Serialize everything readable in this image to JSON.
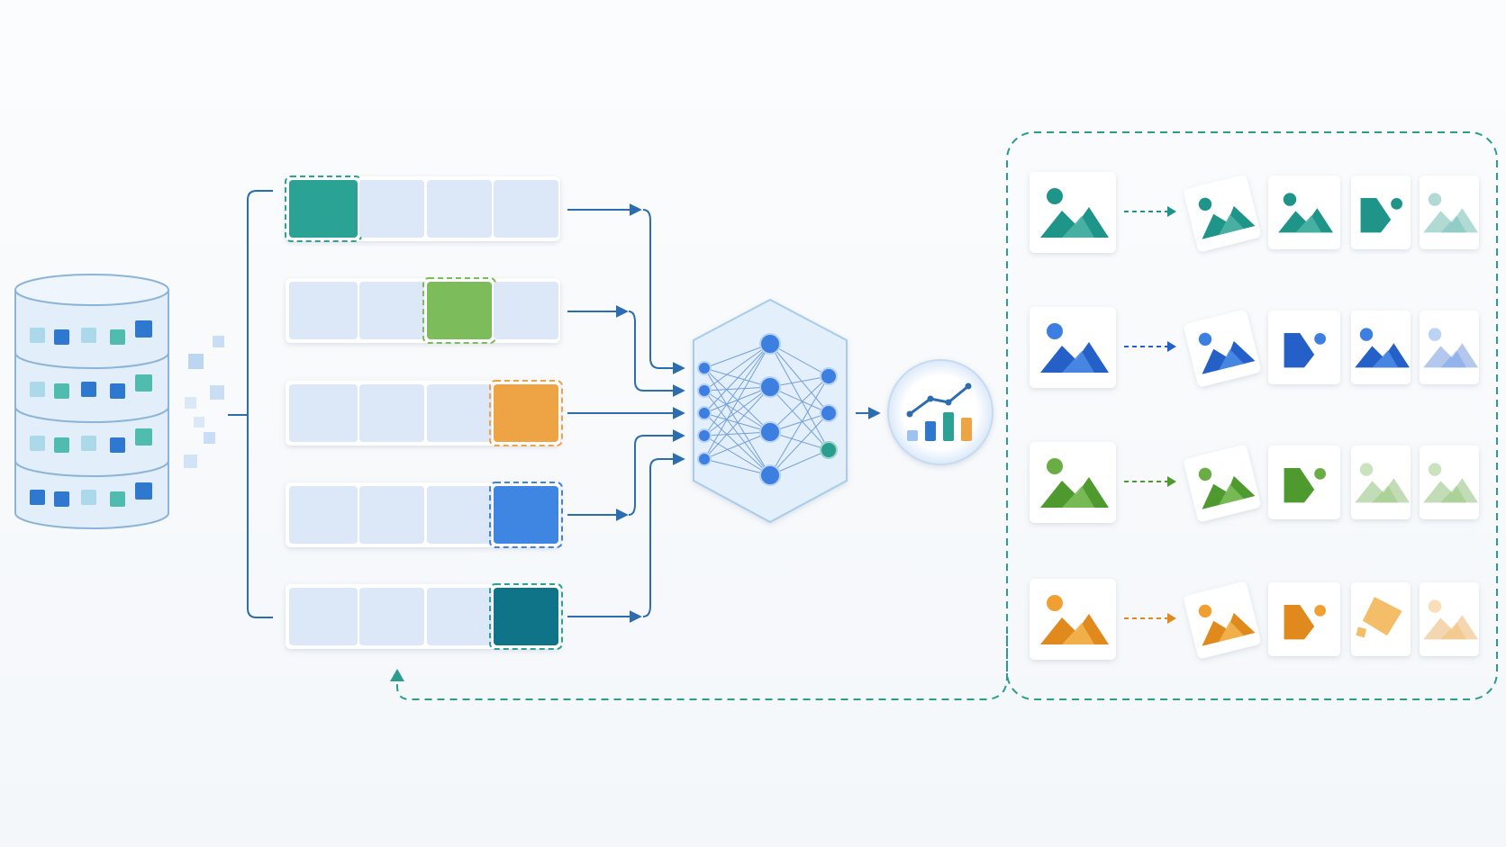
{
  "colors": {
    "background": "#f6f8fb",
    "connector": "#2c6db0",
    "feedback": "#2a9d8f",
    "slot_fill": "#dce8f8",
    "slot_border": "#ffffff",
    "teal": "#2aa394",
    "teal_dark": "#0f7487",
    "green": "#7cbc5a",
    "orange": "#eea344",
    "blue": "#3f86e3",
    "db_fill": "#e2eef9",
    "db_stroke": "#8cb4d8",
    "net_hex": "#e3effb",
    "net_node": "#3d7fe0"
  },
  "database": {
    "icon": "database-cylinder-icon",
    "rows": [
      [
        "light",
        "blue",
        "light",
        "teal",
        "blue"
      ],
      [
        "light",
        "teal",
        "blue",
        "blue",
        "teal"
      ],
      [
        "light",
        "teal",
        "light",
        "blue",
        "teal"
      ],
      [
        "blue",
        "blue",
        "light",
        "teal",
        "blue"
      ]
    ]
  },
  "sequences": [
    {
      "highlight_slot": 0,
      "color": "teal",
      "outline": "teal"
    },
    {
      "highlight_slot": 2,
      "color": "green",
      "outline": "green"
    },
    {
      "highlight_slot": 3,
      "color": "orange",
      "outline": "orange"
    },
    {
      "highlight_slot": 3,
      "color": "blue",
      "outline": "blue"
    },
    {
      "highlight_slot": 3,
      "color": "teal_dark",
      "outline": "teal"
    }
  ],
  "network": {
    "icon": "neural-network-icon",
    "layers": [
      5,
      4,
      3
    ]
  },
  "metrics_badge": {
    "icon": "chart-trend-icon",
    "bars": [
      0.3,
      0.55,
      0.8,
      0.65
    ]
  },
  "augmentations": [
    {
      "palette": "teal",
      "variants": [
        "rotate",
        "original",
        "crop",
        "fade"
      ]
    },
    {
      "palette": "blue",
      "variants": [
        "rotate",
        "crop",
        "original",
        "fade"
      ]
    },
    {
      "palette": "green",
      "variants": [
        "rotate",
        "crop",
        "fade",
        "fade"
      ]
    },
    {
      "palette": "orange",
      "variants": [
        "rotate",
        "crop",
        "rotate-crop",
        "fade"
      ]
    }
  ],
  "palettes": {
    "teal": {
      "main": "#1f9488",
      "light": "#4bb3a5",
      "sun": "#1f9488"
    },
    "blue": {
      "main": "#2460c8",
      "light": "#4b8ae6",
      "sun": "#3d7fe0"
    },
    "green": {
      "main": "#4e9a2e",
      "light": "#7cbc5a",
      "sun": "#6aad45"
    },
    "orange": {
      "main": "#e08a1e",
      "light": "#f2b24e",
      "sun": "#f0a030"
    }
  }
}
